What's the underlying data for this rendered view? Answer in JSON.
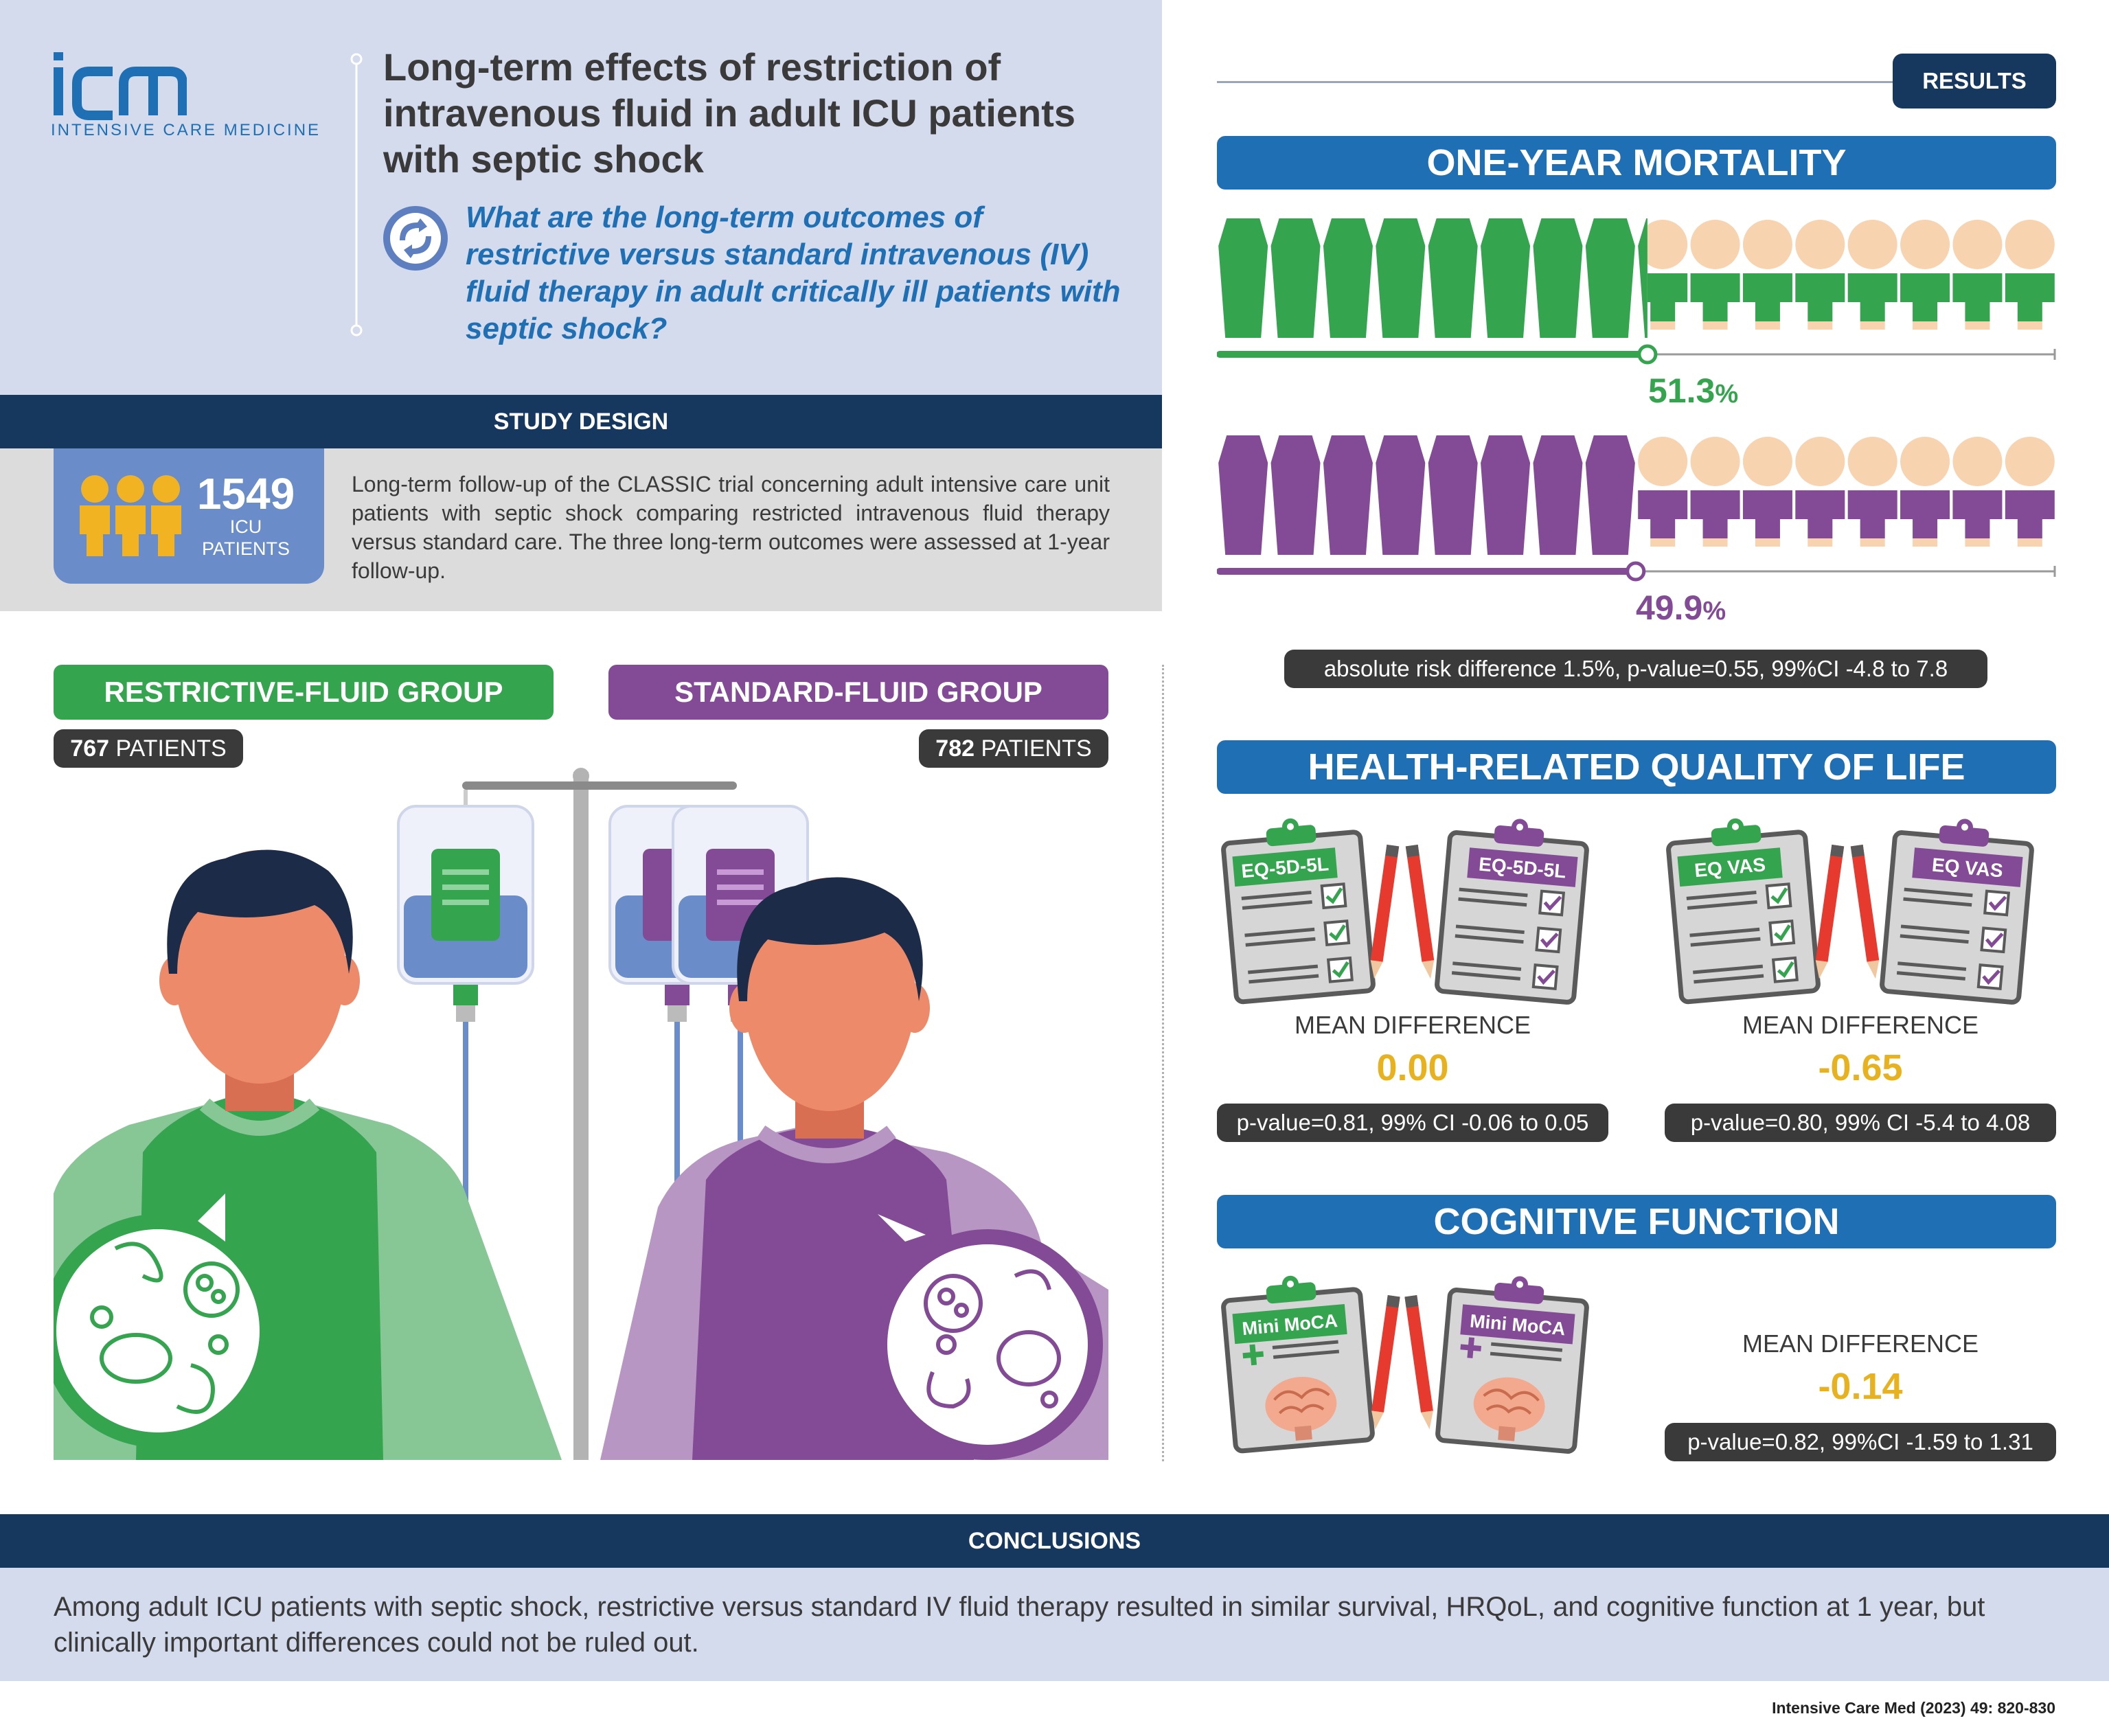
{
  "header": {
    "logo_text": "icm",
    "logo_subtitle": "INTENSIVE CARE MEDICINE",
    "title": "Long-term effects of restriction of intravenous fluid in adult ICU patients with septic shock",
    "question": "What are the long-term outcomes of restrictive versus standard intravenous (IV) fluid therapy in adult critically ill patients with septic shock?"
  },
  "study_design": {
    "heading": "STUDY DESIGN",
    "patient_count": "1549",
    "patient_label_1": "ICU",
    "patient_label_2": "PATIENTS",
    "description": "Long-term follow-up of the CLASSIC trial concerning adult intensive care unit patients with septic shock comparing restricted intravenous fluid therapy versus standard care. The three long-term outcomes were assessed at 1-year follow-up."
  },
  "groups": {
    "restrictive": {
      "label": "RESTRICTIVE-FLUID GROUP",
      "count": "767",
      "count_suffix": " PATIENTS",
      "color": "#35a44f"
    },
    "standard": {
      "label": "STANDARD-FLUID GROUP",
      "count": "782",
      "count_suffix": " PATIENTS",
      "color": "#834a95"
    }
  },
  "results": {
    "badge": "RESULTS",
    "mortality": {
      "heading": "ONE-YEAR MORTALITY",
      "restrictive_value": "51.3",
      "restrictive_fraction": 0.513,
      "standard_value": "49.9",
      "standard_fraction": 0.499,
      "percent_sign": "%",
      "stats": "absolute risk difference 1.5%, p-value=0.55, 99%CI -4.8 to 7.8"
    },
    "hrqol": {
      "heading": "HEALTH-RELATED QUALITY OF LIFE",
      "left": {
        "clip_label": "EQ-5D-5L",
        "md_label": "MEAN DIFFERENCE",
        "md_value": "0.00",
        "stats": "p-value=0.81, 99% CI -0.06 to 0.05"
      },
      "right": {
        "clip_label": "EQ VAS",
        "md_label": "MEAN DIFFERENCE",
        "md_value": "-0.65",
        "stats": "p-value=0.80, 99% CI -5.4 to 4.08"
      }
    },
    "cognitive": {
      "heading": "COGNITIVE FUNCTION",
      "clip_label": "Mini MoCA",
      "md_label": "MEAN DIFFERENCE",
      "md_value": "-0.14",
      "stats": "p-value=0.82, 99%CI -1.59 to 1.31"
    }
  },
  "conclusions": {
    "heading": "CONCLUSIONS",
    "text": "Among adult ICU patients with septic shock, restrictive versus standard IV fluid therapy resulted in similar survival, HRQoL, and cognitive function at 1 year, but clinically important differences could not be ruled out."
  },
  "citation": "Intensive Care Med (2023) 49: 820-830",
  "colors": {
    "green": "#35a44f",
    "purple": "#834a95",
    "blue": "#1f6fb5",
    "navy": "#16375e",
    "yellow": "#e8b21e",
    "skin": "#f8d3b0"
  }
}
